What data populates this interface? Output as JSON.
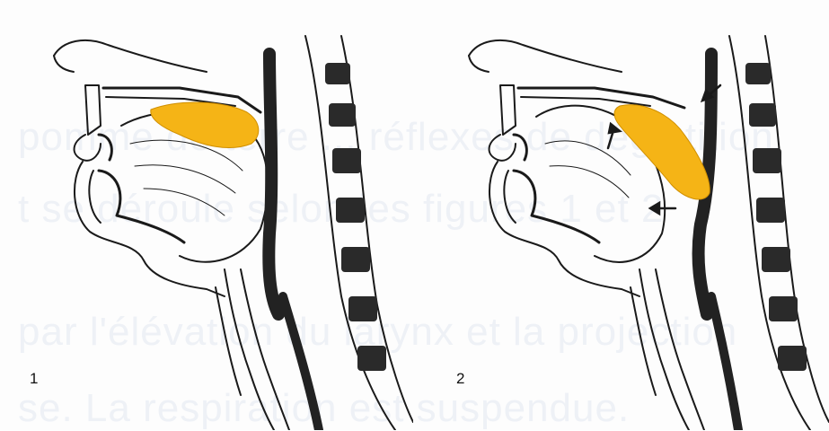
{
  "figure": {
    "panels": [
      {
        "number": "1",
        "bolus_color": "#f5b416"
      },
      {
        "number": "2",
        "bolus_color": "#f5b416"
      }
    ],
    "background_text": [
      "pomme de terre ... réflexes de déglutition",
      "t se déroule selon les figures 1 et 2",
      "par l'élévation du larynx et la projection",
      "se. La respiration est suspendue."
    ],
    "colors": {
      "ink": "#1a1a1a",
      "bolus": "#f5b416",
      "ghost_text": "#eef1f6"
    },
    "icons": [
      "arrow-icon"
    ]
  }
}
